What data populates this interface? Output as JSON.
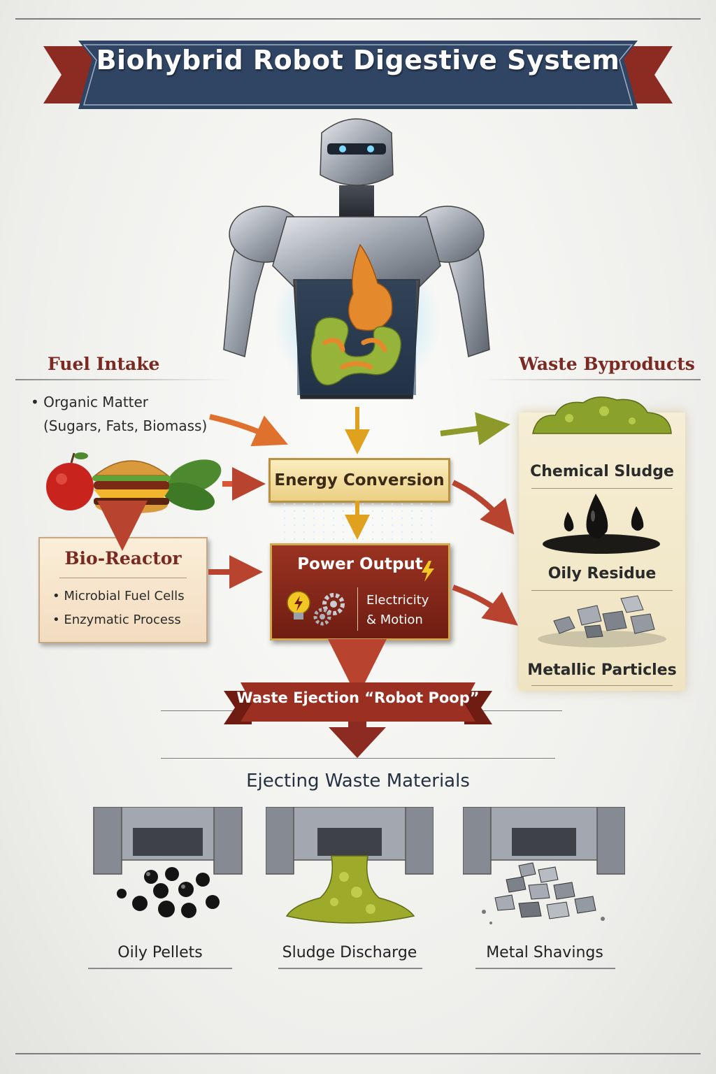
{
  "title": "Biohybrid Robot Digestive System",
  "fuel_intake": {
    "heading": "Fuel Intake",
    "bullet": "Organic Matter",
    "sub": "(Sugars, Fats, Biomass)"
  },
  "waste_byproducts": {
    "heading": "Waste Byproducts",
    "items": [
      "Chemical Sludge",
      "Oily Residue",
      "Metallic Particles"
    ]
  },
  "bio_reactor": {
    "title": "Bio-Reactor",
    "items": [
      "Microbial Fuel Cells",
      "Enzymatic Process"
    ]
  },
  "energy_conversion": "Energy Conversion",
  "power_output": {
    "title": "Power Output",
    "desc_line1": "Electricity",
    "desc_line2": "& Motion"
  },
  "waste_ejection": "Waste Ejection “Robot Poop”",
  "ejecting_title": "Ejecting Waste Materials",
  "ejecting_items": [
    "Oily Pellets",
    "Sludge Discharge",
    "Metal Shavings"
  ],
  "colors": {
    "banner_blue": "#2f4563",
    "banner_red": "#8c2b22",
    "heading_red": "#7a2a22",
    "arrow_orange": "#e0702d",
    "arrow_gold": "#e0a11f",
    "arrow_olive": "#8d9a2b",
    "arrow_red": "#b8432e"
  }
}
